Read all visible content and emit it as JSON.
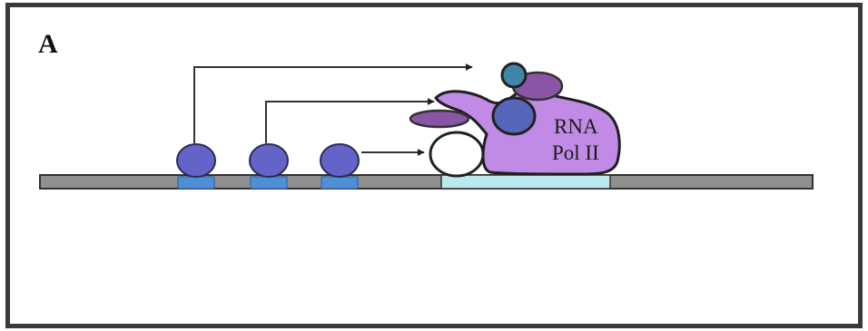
{
  "panel": {
    "label": "A"
  },
  "rna_pol": {
    "line1": "RNA",
    "line2": "Pol II"
  },
  "colors": {
    "dna": "#8f8f8f",
    "binding_site": "#4f8fd6",
    "promoter": "#bde9ee",
    "activator": "#6464c8",
    "pol_ii": "#c08ae6",
    "outline": "#222222",
    "subunit_purple": "#8a55a5",
    "subunit_blue": "#5566bb",
    "subunit_teal": "#3f87a8",
    "arrow": "#333333"
  }
}
